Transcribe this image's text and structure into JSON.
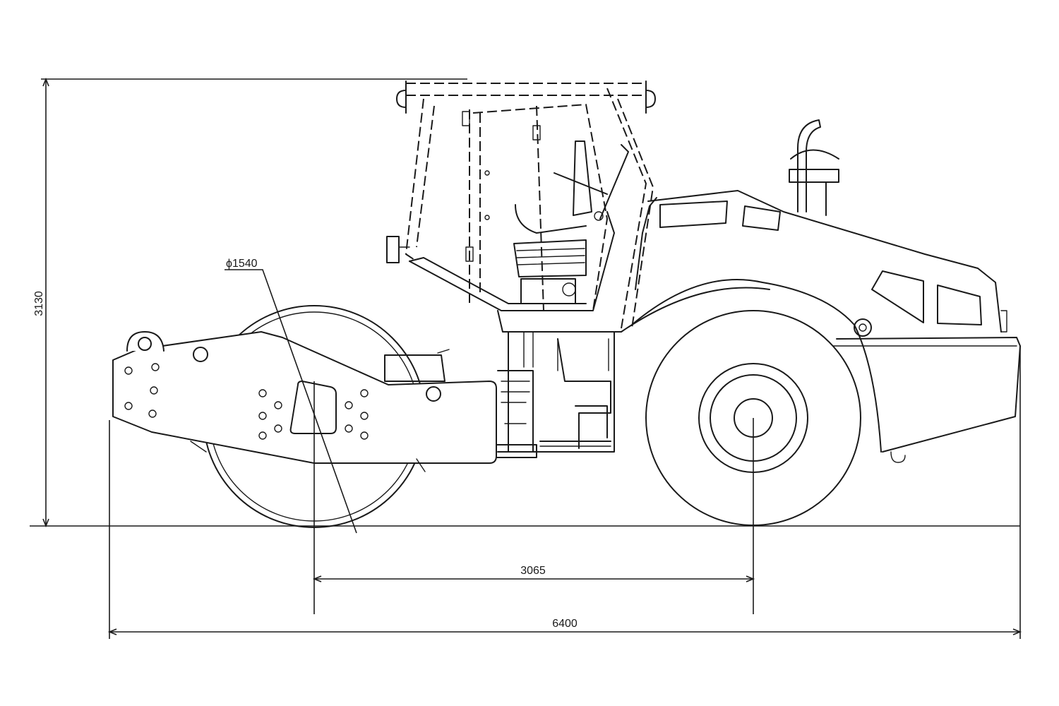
{
  "drawing": {
    "subject": "road-roller",
    "dimensions": {
      "height": "3130",
      "drum_diameter": "ϕ1540",
      "wheelbase": "3065",
      "overall_length": "6400"
    }
  }
}
